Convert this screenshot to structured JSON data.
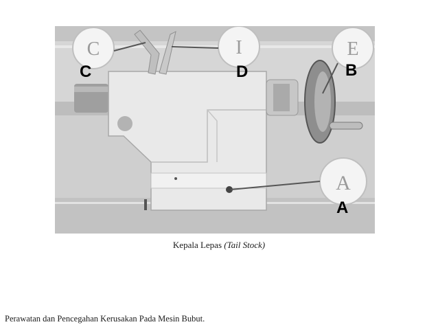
{
  "figure": {
    "labels": {
      "c": "C",
      "d": "D",
      "b": "B",
      "a": "A"
    },
    "callouts": {
      "c": "C",
      "d": "I",
      "b": "E",
      "a": "A"
    }
  },
  "caption": {
    "main": "Kepala Lepas",
    "italic": "(Tail Stock)"
  },
  "footer": {
    "text": "Perawatan dan Pencegahan Kerusakan Pada Mesin Bubut."
  }
}
